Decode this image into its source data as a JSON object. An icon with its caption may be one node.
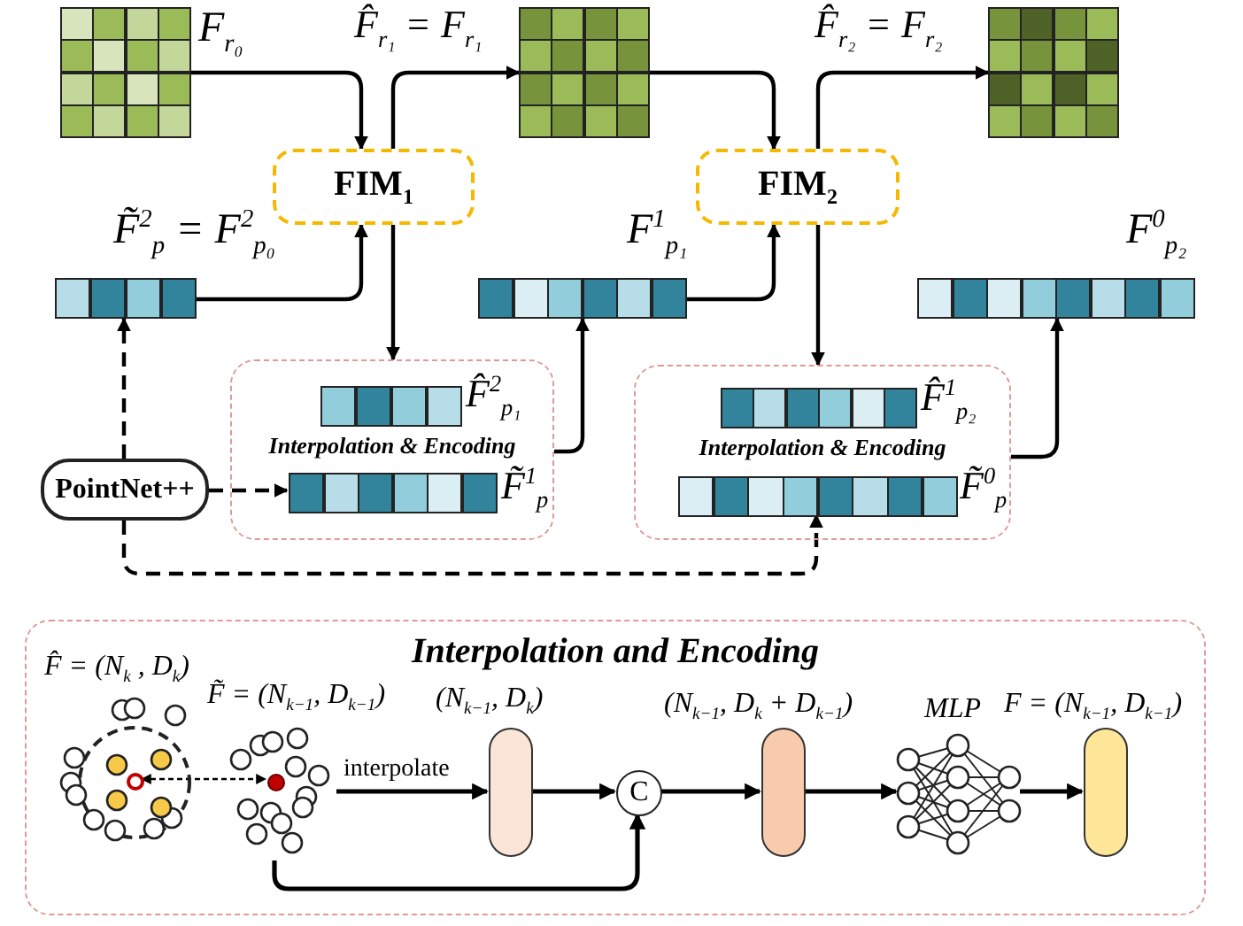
{
  "diagram": {
    "nodes": [
      {
        "text": [],
        "shape": "box",
        "beside": [
          "F$_{r₀}$"
        ]
      },
      {
        "text": [],
        "shape": "box",
        "beside": [
          "F̂$_{r₁}$ = F$_{r₁}$"
        ]
      },
      {
        "text": [],
        "shape": "box",
        "beside": [
          "F̂$_{r₂}$ = F$_{r₂}$"
        ]
      },
      {
        "text": [
          "FIM$_{1}$"
        ]
      },
      {
        "text": [
          "FIM$_{2}$"
        ]
      },
      {
        "text": [],
        "shape": "box",
        "beside": [
          "F̃$^{2}$$_{p}$ = F$^{2}$$_{p₀}$"
        ]
      },
      {
        "text": [],
        "shape": "box",
        "beside": [
          "F$^{1}$$_{p₁}$"
        ]
      },
      {
        "text": [],
        "shape": "box",
        "beside": [
          "F$^{0}$$_{p₂}$"
        ]
      },
      {
        "text": [
          "Interpolation & Encoding"
        ]
      },
      {
        "text": [],
        "shape": "box",
        "in": 8,
        "beside": [
          "F̂$^{2}$$_{p₁}$"
        ]
      },
      {
        "text": [],
        "shape": "box",
        "in": 8,
        "beside": [
          "F̃$^{1}$$_{p}$"
        ]
      },
      {
        "text": [
          "Interpolation & Encoding"
        ]
      },
      {
        "text": [],
        "shape": "box",
        "in": 11,
        "beside": [
          "F̂$^{1}$$_{p₂}$"
        ]
      },
      {
        "text": [],
        "shape": "box",
        "in": 11,
        "beside": [
          "F̃$^{0}$$_{p}$"
        ]
      },
      {
        "text": [
          "PointNet++"
        ]
      },
      {
        "text": [
          "Interpolation and Encoding"
        ]
      },
      {
        "text": [],
        "shape": "picture",
        "in": 15,
        "beside": [
          "F̂ = (N$_{k}$ , D$_{k}$)"
        ]
      },
      {
        "text": [],
        "shape": "circle",
        "in": 16
      },
      {
        "text": [],
        "shape": "picture",
        "in": 15,
        "beside": [
          "F̃ = (N$_{k−1}$, D$_{k−1}$)"
        ]
      },
      {
        "text": [],
        "shape": "circle",
        "in": 18
      },
      {
        "text": [],
        "shape": "box",
        "in": 15,
        "beside": [
          "(N$_{k−1}$, D$_{k}$)"
        ]
      },
      {
        "text": [
          "C"
        ],
        "in": 15
      },
      {
        "text": [],
        "shape": "box",
        "in": 15,
        "beside": [
          "(N$_{k−1}$, D$_{k}$ + D$_{k−1}$)"
        ]
      },
      {
        "text": [],
        "shape": "picture",
        "in": 15,
        "beside": [
          "MLP"
        ]
      },
      {
        "text": [],
        "shape": "box",
        "in": 15,
        "beside": [
          "F = (N$_{k−1}$, D$_{k−1}$)"
        ]
      }
    ],
    "edges": [
      {
        "from": 0,
        "to": 3,
        "arrow": "to"
      },
      {
        "from": 3,
        "to": 1,
        "arrow": "to"
      },
      {
        "from": 1,
        "to": 4,
        "arrow": "to"
      },
      {
        "from": 4,
        "to": 2,
        "arrow": "to"
      },
      {
        "from": 5,
        "to": 3,
        "arrow": "to"
      },
      {
        "from": 6,
        "to": 4,
        "arrow": "to"
      },
      {
        "from": 3,
        "to": 8,
        "arrow": "to"
      },
      {
        "from": 4,
        "to": 11,
        "arrow": "to"
      },
      {
        "from": 8,
        "to": 6,
        "arrow": "to"
      },
      {
        "from": 11,
        "to": 7,
        "arrow": "to"
      },
      {
        "from": 14,
        "to": 5,
        "arrow": "to",
        "style": "dashed"
      },
      {
        "from": 14,
        "to": 10,
        "arrow": "to",
        "style": "dashed"
      },
      {
        "from": 14,
        "to": 13,
        "arrow": "to",
        "style": "dashed"
      },
      {
        "from": 17,
        "to": 19,
        "arrow": "both",
        "style": "dashed"
      },
      {
        "from": 18,
        "to": 20,
        "arrow": "to",
        "label": "interpolate"
      },
      {
        "from": 20,
        "to": 21,
        "arrow": "to"
      },
      {
        "from": 18,
        "to": 21,
        "arrow": "to"
      },
      {
        "from": 21,
        "to": 22,
        "arrow": "to"
      },
      {
        "from": 22,
        "to": 23,
        "arrow": "to"
      },
      {
        "from": 23,
        "to": 24,
        "arrow": "to"
      }
    ]
  }
}
